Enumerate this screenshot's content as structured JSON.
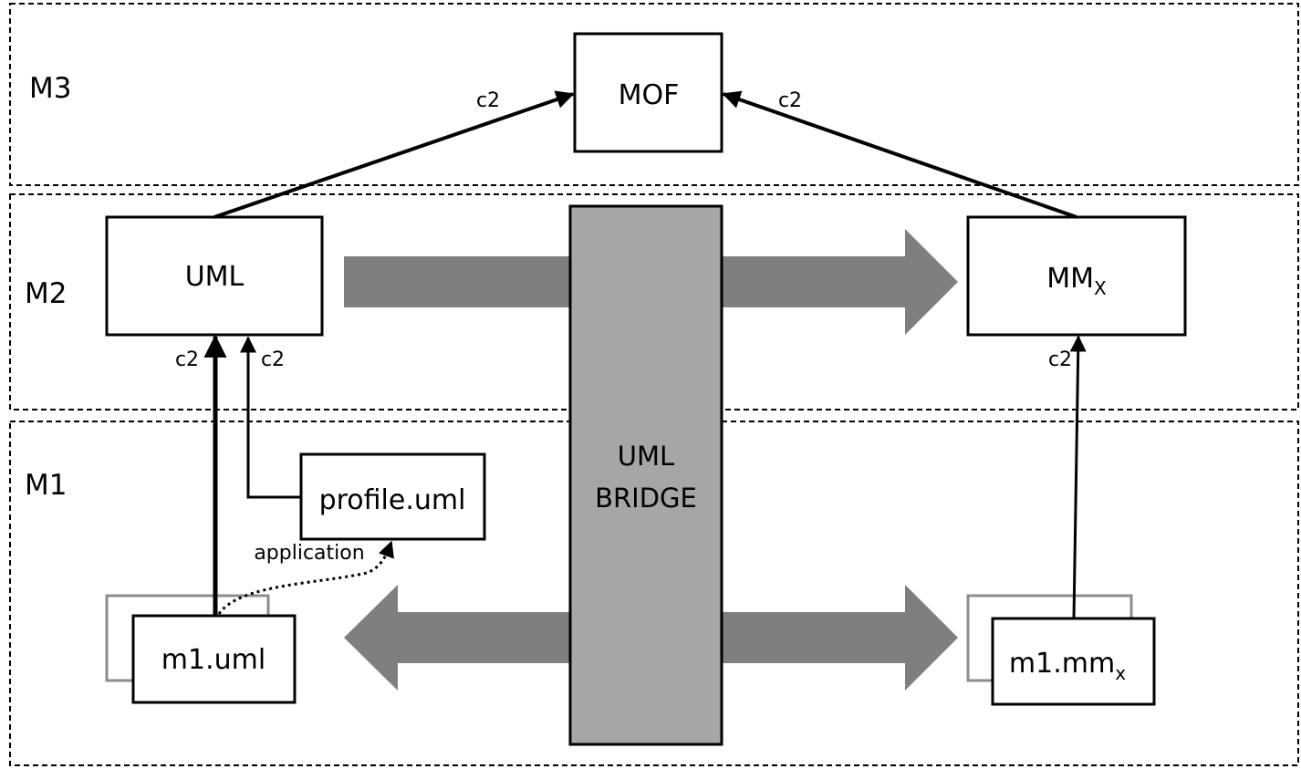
{
  "layers": [
    {
      "id": "m3",
      "label": "M3"
    },
    {
      "id": "m2",
      "label": "M2"
    },
    {
      "id": "m1",
      "label": "M1"
    }
  ],
  "boxes": {
    "mof": "MOF",
    "uml": "UML",
    "mmx": {
      "main": "MM",
      "sub": "X"
    },
    "profile": "profile.uml",
    "m1uml": "m1.uml",
    "m1mmx": {
      "main": "m1.mm",
      "sub": "x"
    }
  },
  "bridge": {
    "line1": "UML",
    "line2": "BRIDGE"
  },
  "relations": {
    "c2": "c2",
    "application": "application"
  }
}
